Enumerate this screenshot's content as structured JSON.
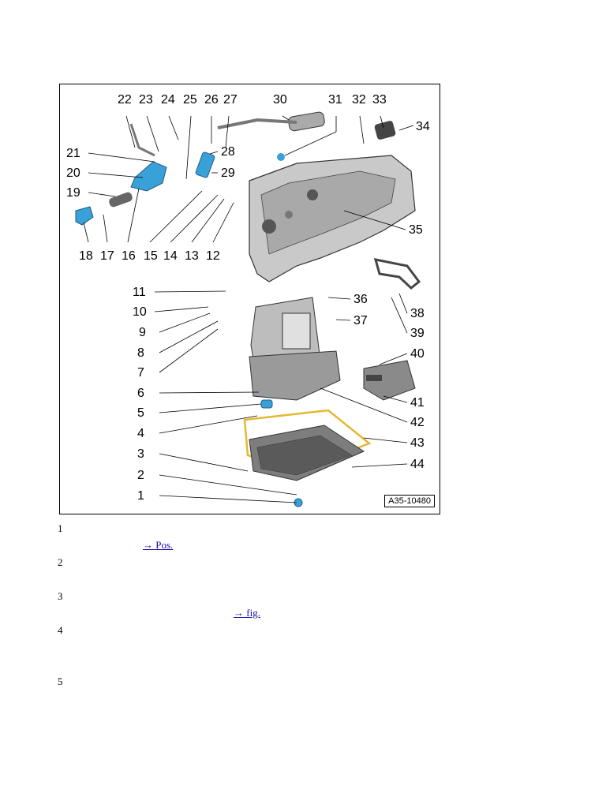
{
  "figure": {
    "ref_code": "A35-10480",
    "labels_left": [
      "22",
      "23",
      "24",
      "25",
      "26",
      "27",
      "30",
      "31",
      "32",
      "33",
      "34",
      "21",
      "28",
      "20",
      "29",
      "19",
      "35",
      "18",
      "17",
      "16",
      "15",
      "14",
      "13",
      "12",
      "11",
      "36",
      "10",
      "38",
      "37",
      "9",
      "39",
      "8",
      "40",
      "7",
      "6",
      "41",
      "5",
      "42",
      "4",
      "43",
      "3",
      "44",
      "2",
      "1"
    ],
    "colors": {
      "highlight": "#3aa0d8",
      "part": "#bdbdbd",
      "part_dark": "#555555",
      "gasket": "#e3b832"
    }
  },
  "list": {
    "items": [
      {
        "num": "1",
        "link": "→ Pos."
      },
      {
        "num": "2",
        "link": ""
      },
      {
        "num": "3",
        "link": "→ fig."
      },
      {
        "num": "4",
        "link": ""
      },
      {
        "num": "5",
        "link": ""
      }
    ]
  }
}
